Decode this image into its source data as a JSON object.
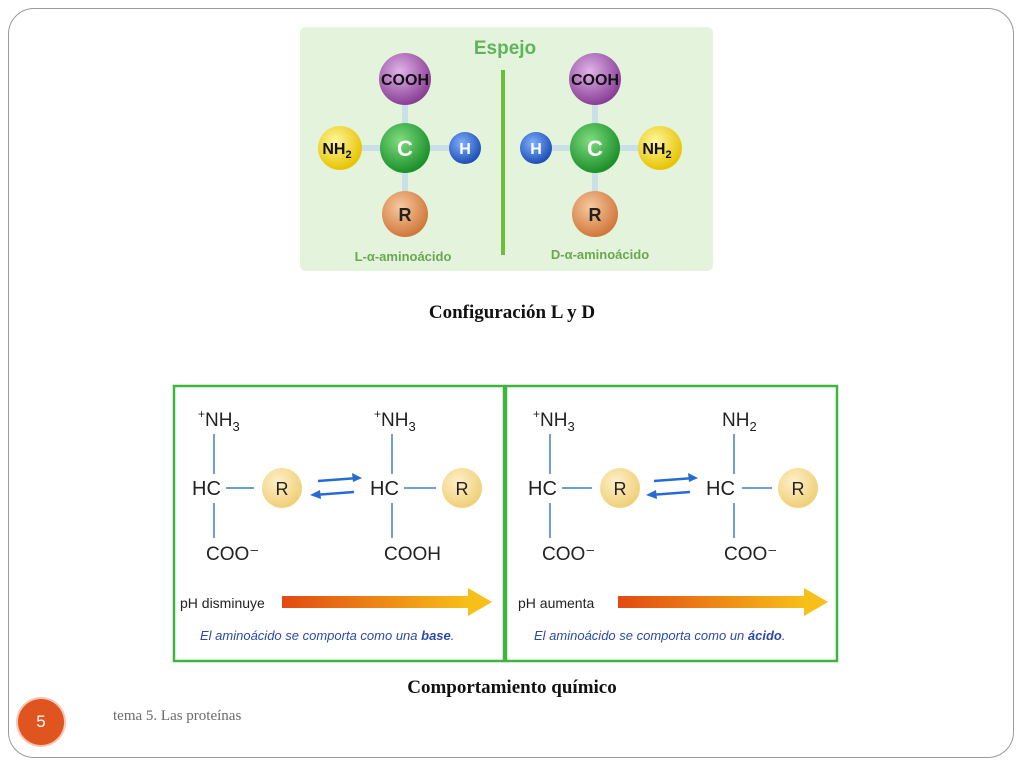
{
  "mirror_figure": {
    "mirror_label": "Espejo",
    "l_label": "L-α-aminoácido",
    "d_label": "D-α-aminoácido",
    "atoms": {
      "cooh": "COOH",
      "c": "C",
      "h": "H",
      "r": "R",
      "nh": "NH",
      "sub2": "2"
    }
  },
  "caption_1": "Configuración L y D",
  "behavior_figure": {
    "left_panel": {
      "reactant": {
        "top": "NH",
        "top_sub": "3",
        "charge": "+",
        "hc": "HC",
        "r": "R",
        "bottom": "COO⁻"
      },
      "product": {
        "top": "NH",
        "top_sub": "3",
        "charge": "+",
        "hc": "HC",
        "r": "R",
        "bottom": "COOH"
      },
      "ph_label": "pH disminuye",
      "sentence_prefix": "El aminoácido se comporta como una ",
      "sentence_bold": "base",
      "sentence_suffix": "."
    },
    "right_panel": {
      "reactant": {
        "top": "NH",
        "top_sub": "3",
        "charge": "+",
        "hc": "HC",
        "r": "R",
        "bottom": "COO⁻"
      },
      "product": {
        "top": "NH",
        "top_sub": "2",
        "hc": "HC",
        "r": "R",
        "bottom": "COO⁻"
      },
      "ph_label": "pH aumenta",
      "sentence_prefix": "El aminoácido se comporta como un ",
      "sentence_bold": "ácido",
      "sentence_suffix": "."
    }
  },
  "caption_2": "Comportamiento químico",
  "footer": {
    "page_number": "5",
    "text": "tema 5. Las proteínas"
  }
}
